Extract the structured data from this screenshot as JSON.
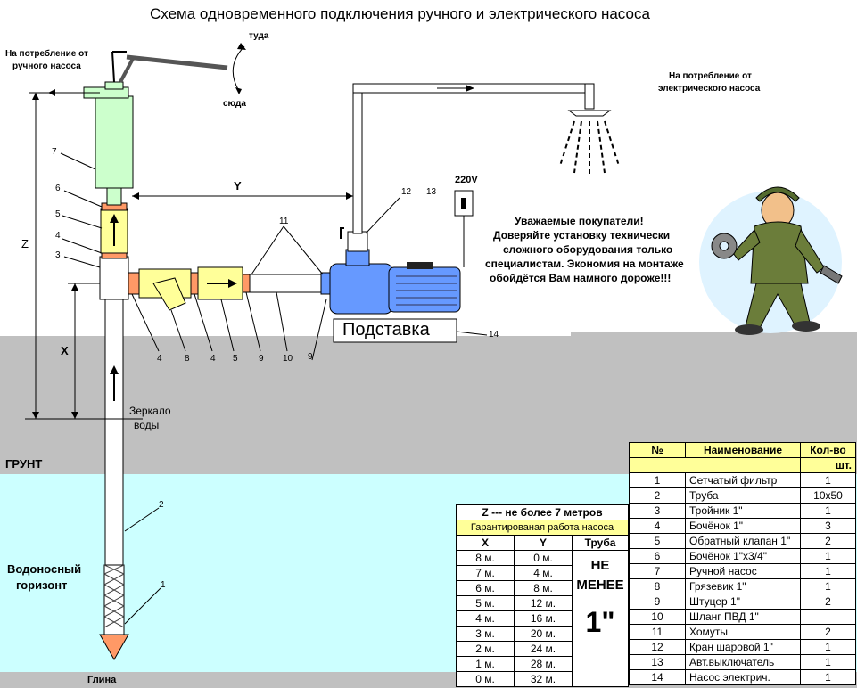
{
  "title": "Схема одновременного подключения ручного и электрического насоса",
  "labels": {
    "hand_consumption": [
      "На потребление от",
      "ручного насоса"
    ],
    "electric_consumption": [
      "На потребление от",
      "электрического насоса"
    ],
    "there": "туда",
    "here": "сюда",
    "y_dim": "Y",
    "z_dim": "Z",
    "x_dim": "X",
    "water_mirror": [
      "Зеркало",
      "воды"
    ],
    "ground": "ГРУНТ",
    "aquifer": [
      "Водоносный",
      "горизонт"
    ],
    "clay": "Глина",
    "stand": "Подставка",
    "voltage": "220V",
    "notice": [
      "Уважаемые покупатели!",
      "Доверяйте установку технически",
      "сложного оборудования только",
      "специалистам. Экономия на монтаже",
      "обойдётся Вам намного дороже!!!"
    ]
  },
  "callouts": {
    "n1": "1",
    "n2": "2",
    "n3": "3",
    "n4a": "4",
    "n4b": "4",
    "n4c": "4",
    "n5a": "5",
    "n5b": "5",
    "n6": "6",
    "n7": "7",
    "n8": "8",
    "n9a": "9",
    "n9b": "9",
    "n10": "10",
    "n11": "11",
    "n12": "12",
    "n13": "13",
    "n14": "14"
  },
  "xy_table": {
    "caption": "Z --- не более 7 метров",
    "subcaption": "Гарантированая работа насоса",
    "headers": [
      "X",
      "Y",
      "Труба"
    ],
    "pipe_note": [
      "НЕ",
      "МЕНЕЕ",
      "1\""
    ],
    "rows": [
      [
        "8 м.",
        "0 м."
      ],
      [
        "7 м.",
        "4 м."
      ],
      [
        "6 м.",
        "8 м."
      ],
      [
        "5 м.",
        "12 м."
      ],
      [
        "4 м.",
        "16 м."
      ],
      [
        "3 м.",
        "20 м."
      ],
      [
        "2 м.",
        "24 м."
      ],
      [
        "1 м.",
        "28 м."
      ],
      [
        "0 м.",
        "32 м."
      ]
    ]
  },
  "parts_table": {
    "headers": [
      "№",
      "Наименование",
      "Кол-во"
    ],
    "unit": "шт.",
    "rows": [
      [
        "1",
        "Сетчатый фильтр",
        "1"
      ],
      [
        "2",
        "Труба",
        "10x50"
      ],
      [
        "3",
        "Тройник 1\"",
        "1"
      ],
      [
        "4",
        "Бочёнок 1\"",
        "3"
      ],
      [
        "5",
        "Обратный клапан 1\"",
        "2"
      ],
      [
        "6",
        "Бочёнок 1\"x3/4\"",
        "1"
      ],
      [
        "7",
        "Ручной насос",
        "1"
      ],
      [
        "8",
        "Грязевик 1\"",
        "1"
      ],
      [
        "9",
        "Штуцер 1\"",
        "2"
      ],
      [
        "10",
        "Шланг ПВД 1\"",
        ""
      ],
      [
        "11",
        "Хомуты",
        "2"
      ],
      [
        "12",
        "Кран шаровой 1\"",
        "1"
      ],
      [
        "13",
        "Авт.выключатель",
        "1"
      ],
      [
        "14",
        "Насос электрич.",
        "1"
      ]
    ]
  },
  "colors": {
    "ground": "#c0c0c0",
    "aquifer": "#ccffff",
    "clay": "#c0c0c0",
    "hand_pump": "#ccffcc",
    "valve": "#ffff99",
    "fitting": "#ff9966",
    "pump_body": "#6699ff",
    "pipe": "#ffffff",
    "table_header": "#ffff99"
  }
}
